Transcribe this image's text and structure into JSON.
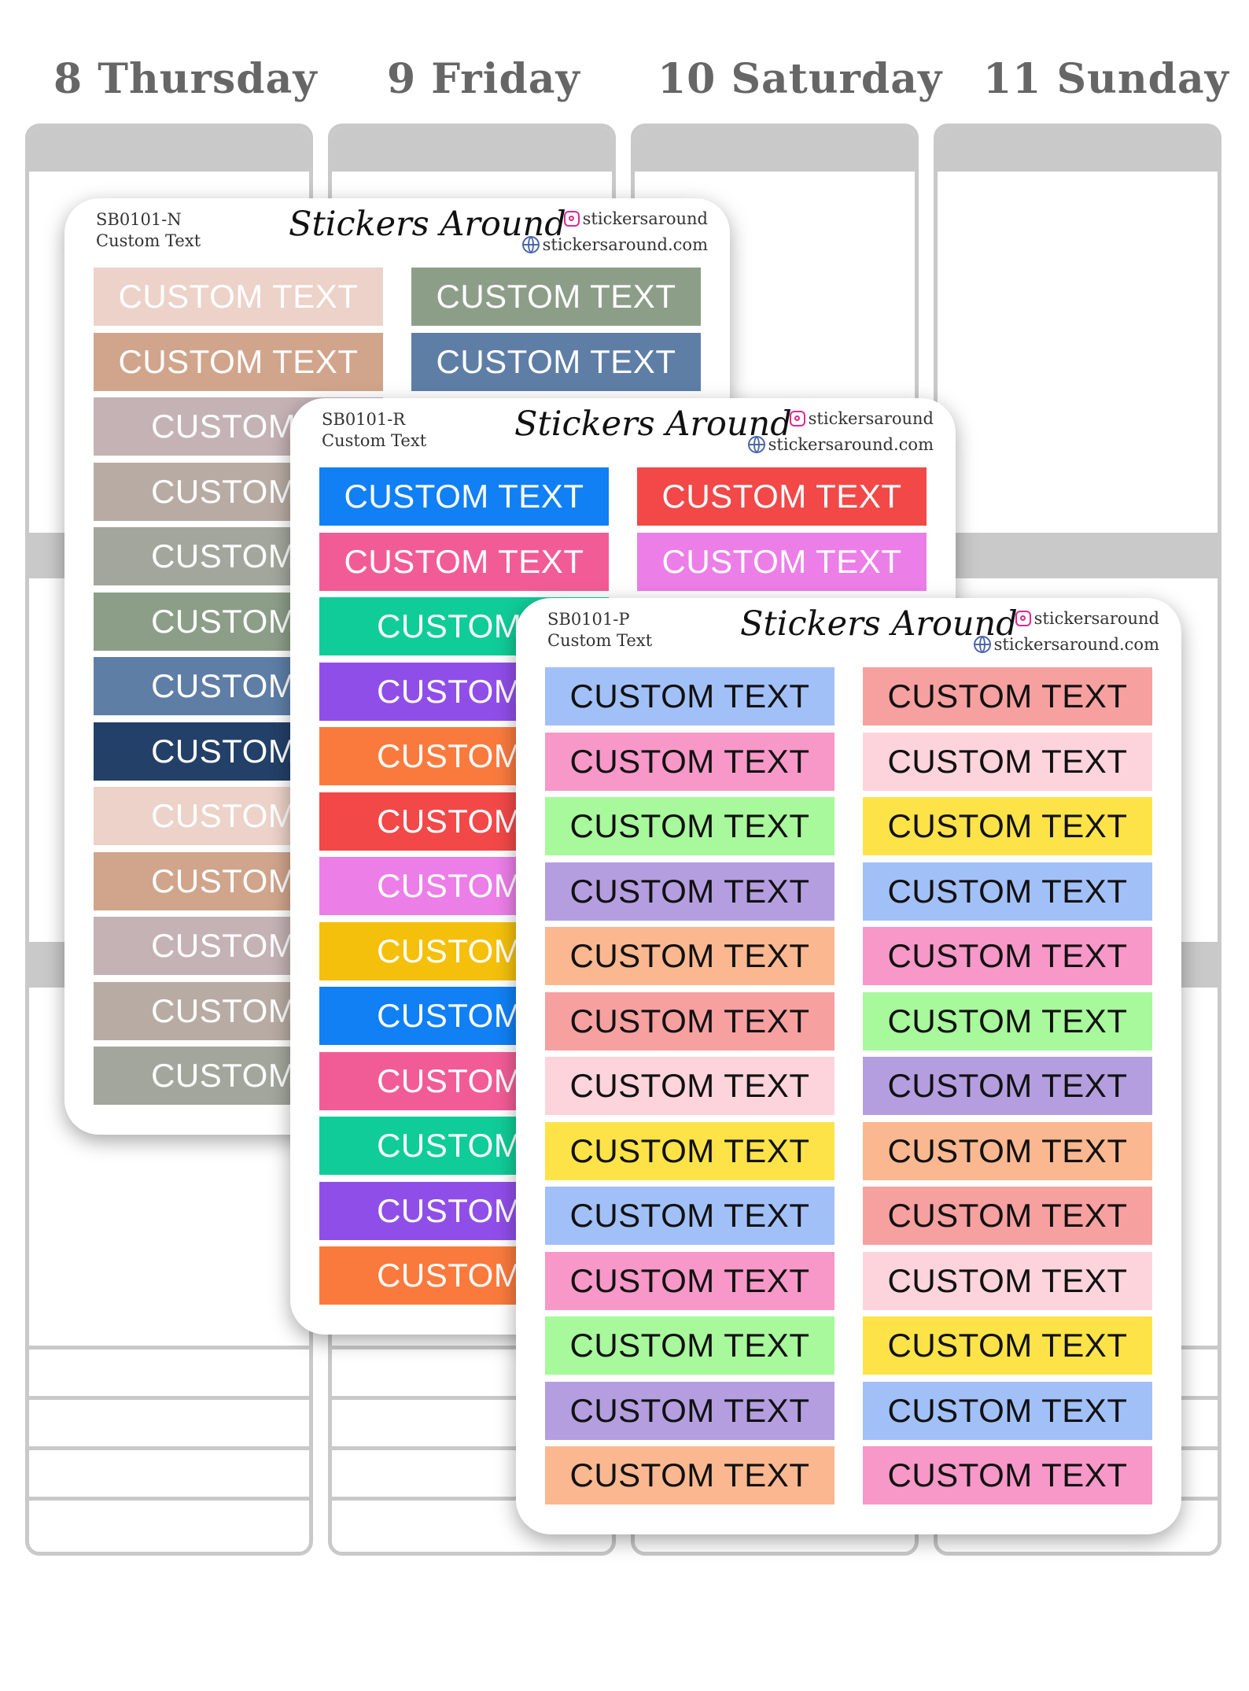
{
  "planner": {
    "days": [
      "8 Thursday",
      "9 Friday",
      "10 Saturday",
      "11 Sunday"
    ]
  },
  "sheets": [
    {
      "code": "SB0101-N",
      "subtitle": "Custom Text",
      "brand": "Stickers Around",
      "instagram": "stickersaround",
      "website": "stickersaround.com",
      "sticker_text": "CUSTOM TEXT",
      "visible_text": "CUSTOM T",
      "colors_left": [
        "#ecd2c8",
        "#d0a58c",
        "#c4b2b4",
        "#b7aba3",
        "#a3a69c",
        "#8c9e88",
        "#5e7ea6",
        "#234068",
        "#ecd2c8",
        "#d0a58c",
        "#c4b2b4",
        "#b7aba3",
        "#a3a69c"
      ],
      "colors_right": [
        "#8c9e88",
        "#5e7ea6"
      ]
    },
    {
      "code": "SB0101-R",
      "subtitle": "Custom Text",
      "brand": "Stickers Around",
      "instagram": "stickersaround",
      "website": "stickersaround.com",
      "sticker_text": "CUSTOM TEXT",
      "visible_text": "CUSTOM T",
      "colors_left": [
        "#1080f4",
        "#f25c96",
        "#10cc98",
        "#904ee8",
        "#fa7a3e",
        "#f24848",
        "#ec7ee8",
        "#f4c00c",
        "#1080f4",
        "#f25c96",
        "#10cc98",
        "#904ee8",
        "#fa7a3e"
      ],
      "colors_right": [
        "#f24848",
        "#ec7ee8"
      ]
    },
    {
      "code": "SB0101-P",
      "subtitle": "Custom Text",
      "brand": "Stickers Around",
      "instagram": "stickersaround",
      "website": "stickersaround.com",
      "sticker_text": "CUSTOM TEXT",
      "colors_left": [
        "#a2c0f8",
        "#f798c8",
        "#a8f89c",
        "#b49ee0",
        "#fbb890",
        "#f7a0a0",
        "#fed4dc",
        "#fee348",
        "#a2c0f8",
        "#f798c8",
        "#a8f89c",
        "#b49ee0",
        "#fbb890"
      ],
      "colors_right": [
        "#f7a0a0",
        "#fed4dc",
        "#fee348",
        "#a2c0f8",
        "#f798c8",
        "#a8f89c",
        "#b49ee0",
        "#fbb890",
        "#f7a0a0",
        "#fed4dc",
        "#fee348",
        "#a2c0f8",
        "#f798c8"
      ]
    }
  ]
}
